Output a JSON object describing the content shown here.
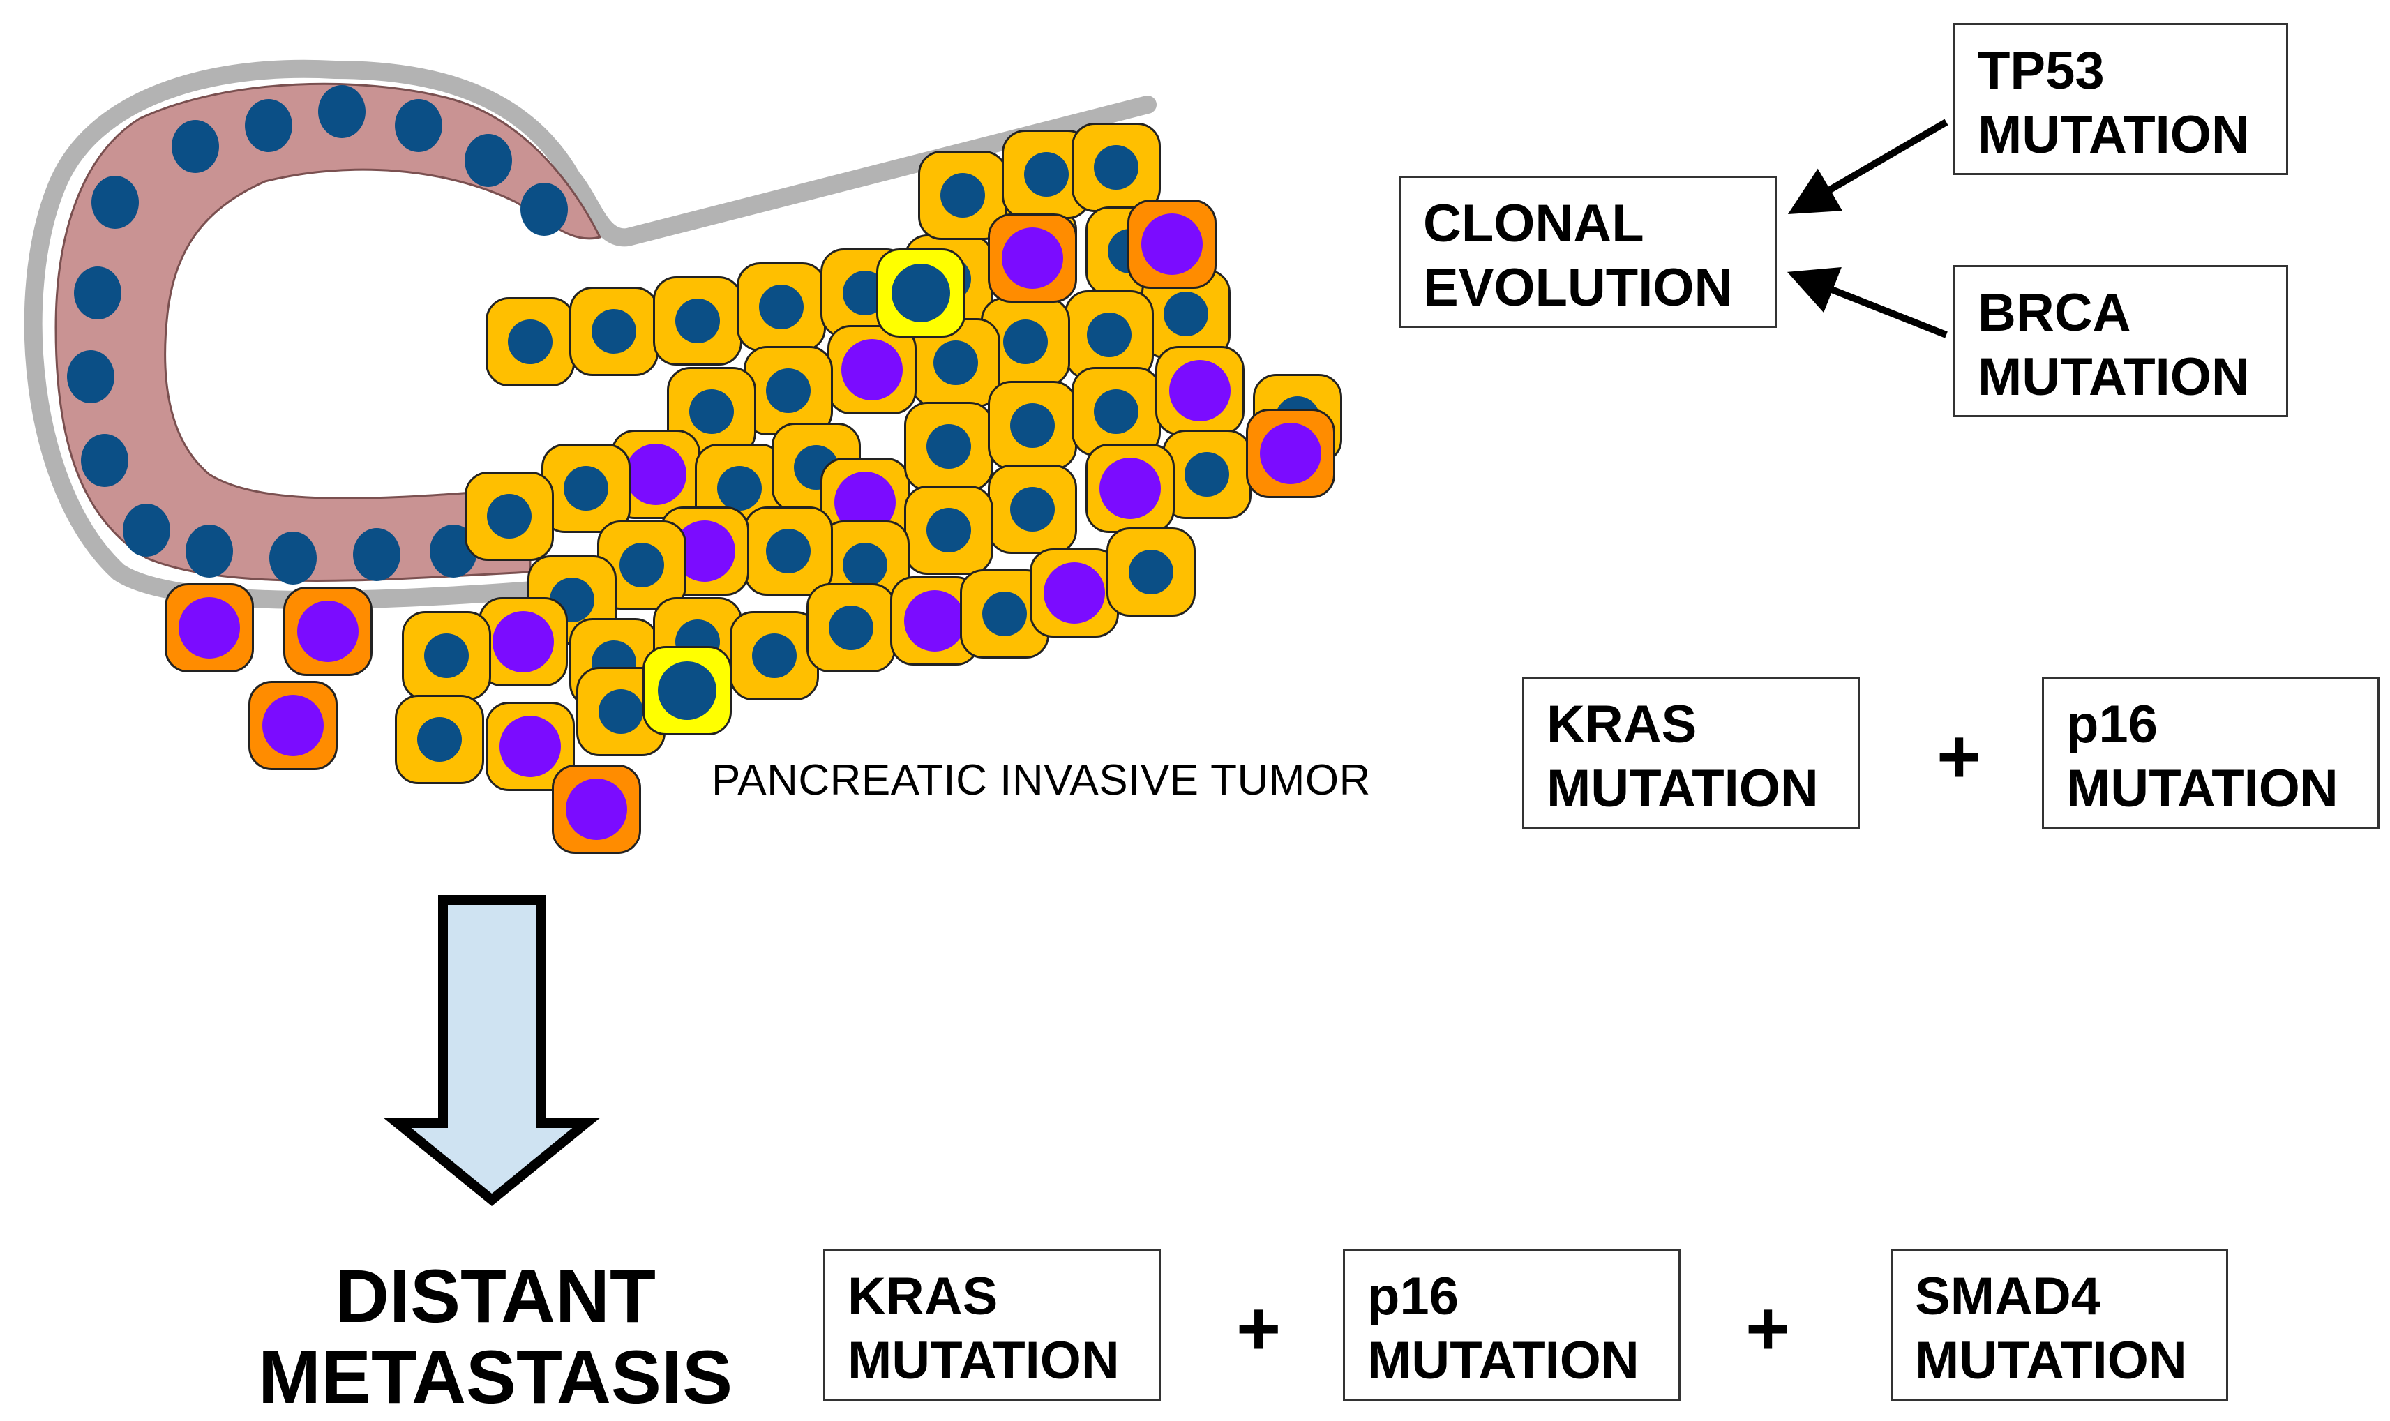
{
  "tumor_label": "PANCREATIC INVASIVE TUMOR",
  "metastasis_label": "DISTANT\nMETASTASIS",
  "clonal_evolution": {
    "label": "CLONAL\nEVOLUTION"
  },
  "evolution_inputs": [
    {
      "label": "TP53\nMUTATION"
    },
    {
      "label": "BRCA\nMUTATION"
    }
  ],
  "tumor_mutations": [
    {
      "label": "KRAS\nMUTATION"
    },
    {
      "label": "p16\nMUTATION"
    }
  ],
  "metastasis_mutations": [
    {
      "label": "KRAS\nMUTATION"
    },
    {
      "label": "p16\nMUTATION"
    },
    {
      "label": "SMAD4\nMUTATION"
    }
  ],
  "plus_symbol": "+",
  "colors": {
    "duct_epithelium": "#c99393",
    "duct_nucleus": "#0b4f86",
    "basement_membrane": "#b3b3b3",
    "tumor_cell": "#ffbf00",
    "clone_cell": "#ff8c00",
    "clone_nucleus": "#7b0cff",
    "variant_cell": "#ffff00",
    "arrow_fill": "#cfe3f2"
  }
}
